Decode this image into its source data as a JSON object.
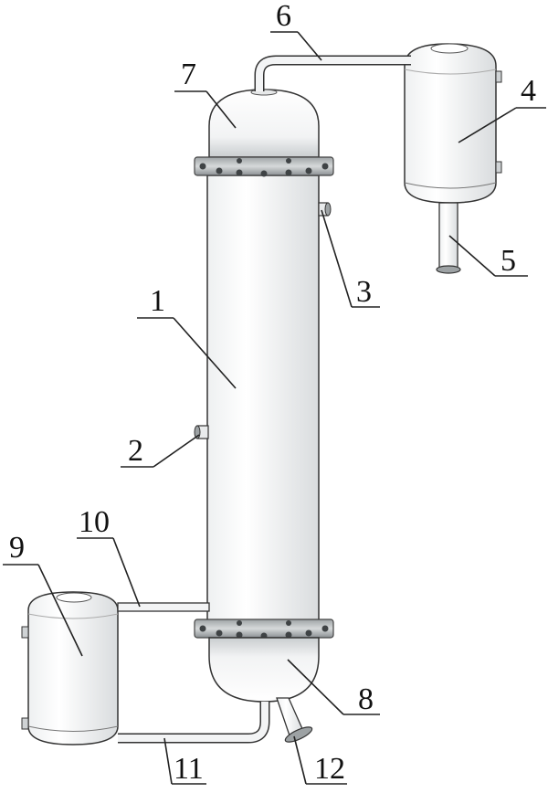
{
  "diagram": {
    "labels": {
      "l1": "1",
      "l2": "2",
      "l3": "3",
      "l4": "4",
      "l5": "5",
      "l6": "6",
      "l7": "7",
      "l8": "8",
      "l9": "9",
      "l10": "10",
      "l11": "11",
      "l12": "12"
    },
    "colors": {
      "line": "#333333",
      "surface_light": "#ffffff",
      "surface_shade": "#cfd4d6",
      "flange": "#6a6e70"
    }
  }
}
